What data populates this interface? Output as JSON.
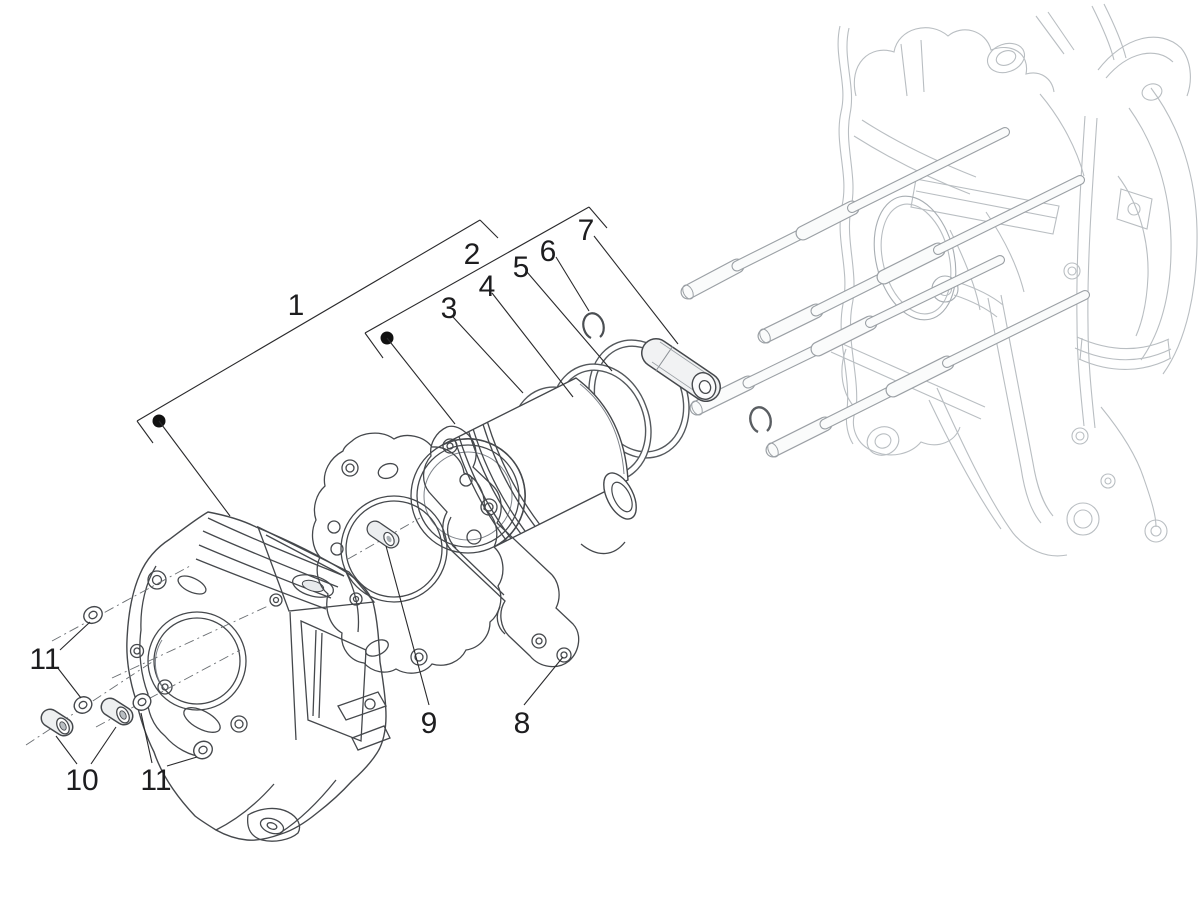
{
  "diagram": {
    "type": "exploded-parts-diagram",
    "subject": "cylinder-piston-assembly",
    "background_color": "#ffffff",
    "colors": {
      "part_line": "#45484c",
      "context_line": "#b9bec2",
      "callout_text": "#1d1d1f"
    },
    "callouts": [
      {
        "label": "1",
        "part": "cylinder-assembly"
      },
      {
        "label": "2",
        "part": "piston-assembly"
      },
      {
        "label": "3",
        "part": "piston-ring-top"
      },
      {
        "label": "4",
        "part": "piston-ring-middle"
      },
      {
        "label": "5",
        "part": "piston-ring-oil"
      },
      {
        "label": "6",
        "part": "circlip"
      },
      {
        "label": "7",
        "part": "wrist-pin"
      },
      {
        "label": "8",
        "part": "head-gasket"
      },
      {
        "label": "9",
        "part": "base-gasket"
      },
      {
        "label": "10",
        "part": "dowel-pin"
      },
      {
        "label": "11",
        "part": "washer-upper"
      },
      {
        "label": "11",
        "part": "washer-lower"
      }
    ]
  }
}
